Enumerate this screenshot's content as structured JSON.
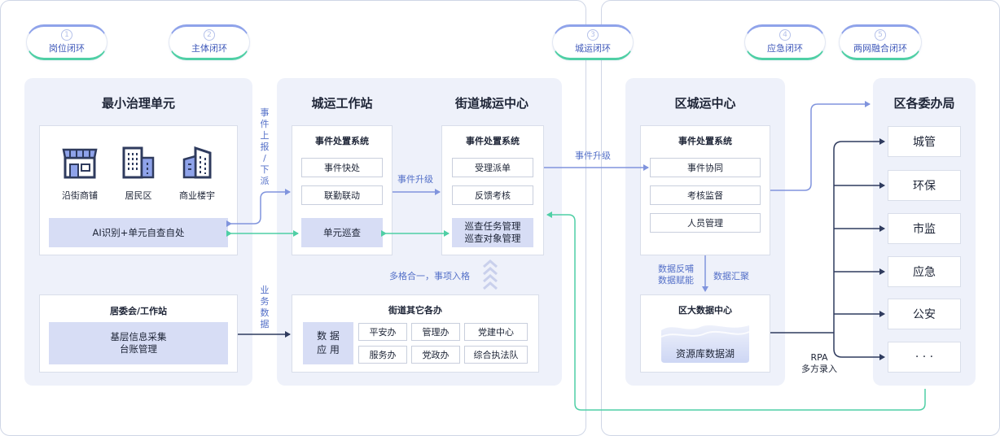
{
  "loops": [
    {
      "num": "1",
      "label": "岗位闭环"
    },
    {
      "num": "2",
      "label": "主体闭环"
    },
    {
      "num": "3",
      "label": "城运闭环"
    },
    {
      "num": "4",
      "label": "应急闭环"
    },
    {
      "num": "5",
      "label": "两网融合闭环"
    }
  ],
  "min_unit": {
    "title": "最小治理单元",
    "icons": [
      {
        "label": "沿街商铺",
        "icon": "storefront-icon"
      },
      {
        "label": "居民区",
        "icon": "residential-building-icon"
      },
      {
        "label": "商业楼宇",
        "icon": "office-tower-icon"
      }
    ],
    "ai_bar": "AI识别+单元自查自处",
    "committee_title": "居委会/工作站",
    "committee_box_line1": "基层信息采集",
    "committee_box_line2": "台账管理"
  },
  "flows": {
    "report_vertical": [
      "事",
      "件",
      "上",
      "报",
      "/",
      "下",
      "派"
    ],
    "business_vertical": [
      "业",
      "务",
      "数",
      "据"
    ],
    "upgrade_1": "事件升级",
    "upgrade_2": "事件升级",
    "merge": "多格合一，事项入格",
    "feedback_line1": "数据反哺",
    "feedback_line2": "数据赋能",
    "gather": "数据汇聚",
    "rpa_line1": "RPA",
    "rpa_line2": "多方录入"
  },
  "workstation": {
    "title": "城运工作站",
    "system": "事件处置系统",
    "items": [
      "事件快处",
      "联勤联动"
    ],
    "patrol": "单元巡查"
  },
  "street_center": {
    "title": "街道城运中心",
    "system": "事件处置系统",
    "items": [
      "受理派单",
      "反馈考核"
    ],
    "patrol_line1": "巡查任务管理",
    "patrol_line2": "巡查对象管理"
  },
  "street_others": {
    "title": "街道其它各办",
    "data_app_line1": "数 据",
    "data_app_line2": "应 用",
    "offices": [
      "平安办",
      "管理办",
      "党建中心",
      "服务办",
      "党政办",
      "综合执法队"
    ]
  },
  "district_center": {
    "title": "区城运中心",
    "system": "事件处置系统",
    "items": [
      "事件协同",
      "考核监督",
      "人员管理"
    ],
    "bigdata_title": "区大数据中心",
    "lake": "资源库数据湖"
  },
  "district_offices": {
    "title": "区各委办局",
    "items": [
      "城管",
      "环保",
      "市监",
      "应急",
      "公安",
      "·  ·  ·"
    ]
  },
  "colors": {
    "blue_arrow": "#8094dd",
    "dark_arrow": "#2f3b5e",
    "green_arrow": "#4fcfa5",
    "panel_bg": "#eef1fa",
    "highlight_bg": "#d7ddf5"
  }
}
